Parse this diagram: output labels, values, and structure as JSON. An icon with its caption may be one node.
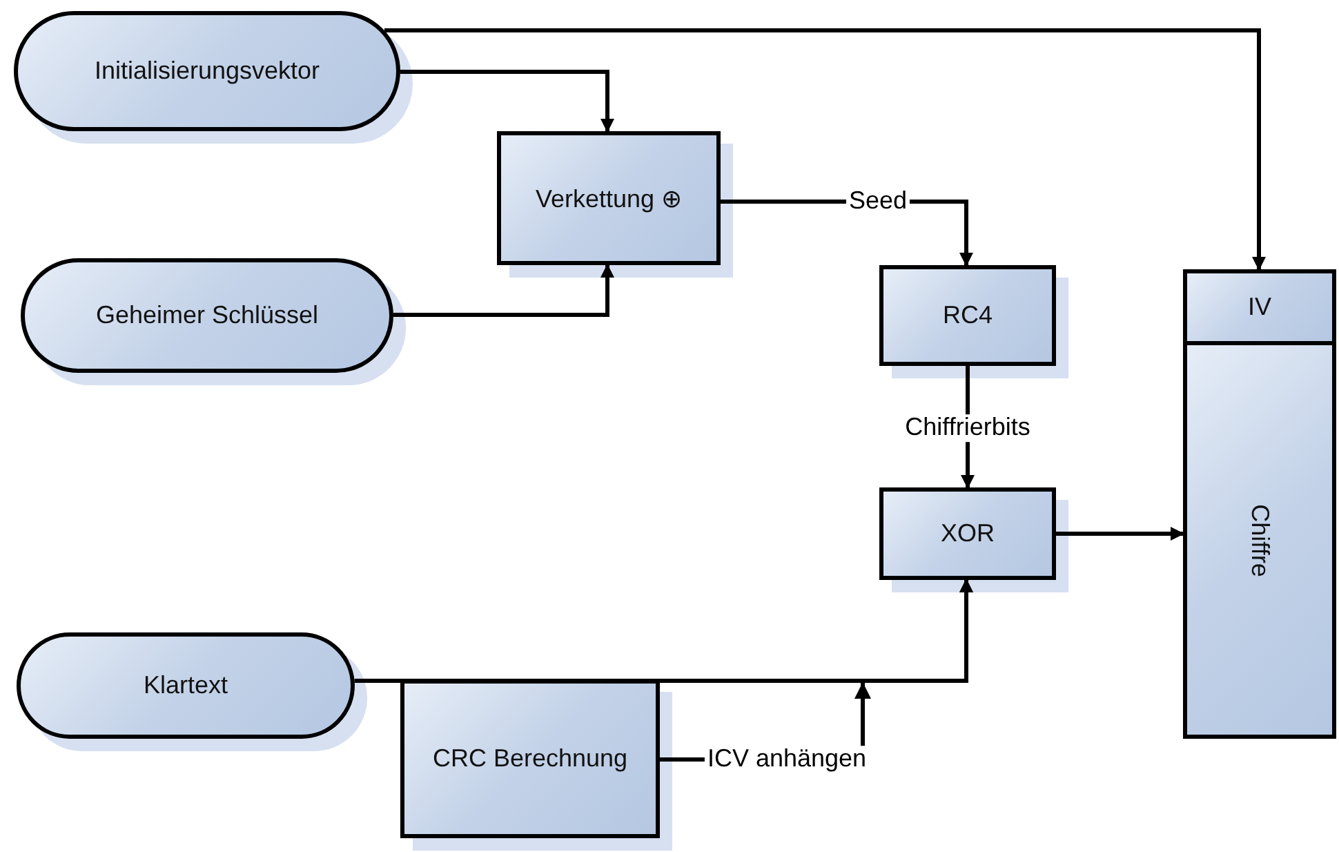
{
  "diagram": {
    "nodes": [
      {
        "text": [
          "Initialisierungsvektor"
        ]
      },
      {
        "text": [
          "Verkettung ⊕"
        ]
      },
      {
        "text": [
          "Geheimer Schlüssel"
        ]
      },
      {
        "text": [
          "RC4"
        ]
      },
      {
        "text": [
          "XOR"
        ]
      },
      {
        "text": [
          "IV"
        ]
      },
      {
        "text": [
          "Chiffre"
        ]
      },
      {
        "text": [
          "Klartext"
        ]
      },
      {
        "text": [
          "CRC Berechnung"
        ]
      }
    ],
    "edges": [
      {
        "from": 0,
        "to": 1,
        "arrow": "to"
      },
      {
        "from": 2,
        "to": 1,
        "arrow": "to"
      },
      {
        "from": 0,
        "to": 5,
        "arrow": "to"
      },
      {
        "from": 1,
        "to": 3,
        "arrow": "to",
        "label": "Seed"
      },
      {
        "from": 3,
        "to": 4,
        "arrow": "to",
        "label": "Chiffrierbits"
      },
      {
        "from": 4,
        "to": 6,
        "arrow": "to"
      },
      {
        "from": 7,
        "to": 4,
        "arrow": "to"
      },
      {
        "from": 8,
        "to": 4,
        "arrow": "to",
        "label": "ICV anhängen"
      }
    ]
  }
}
